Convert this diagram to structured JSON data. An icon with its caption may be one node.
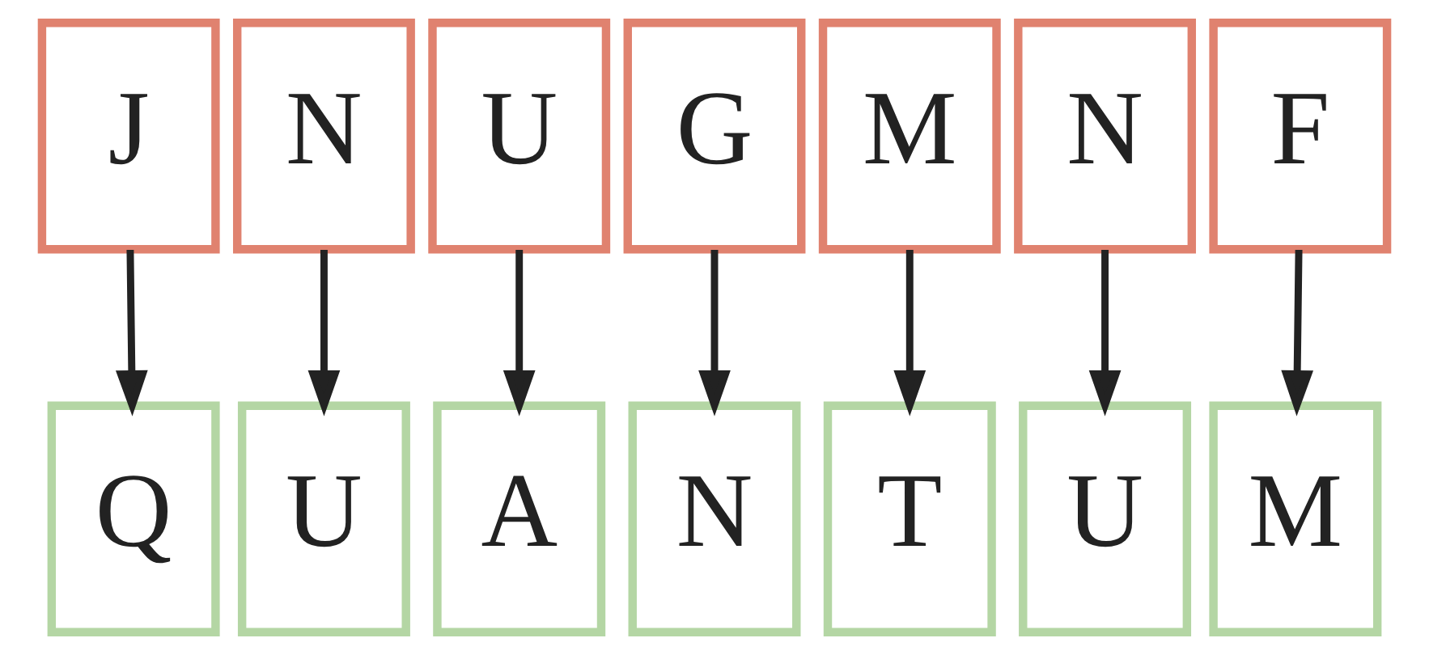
{
  "diagram": {
    "nodes": [
      {
        "text": [
          "J"
        ]
      },
      {
        "text": [
          "N"
        ]
      },
      {
        "text": [
          "U"
        ]
      },
      {
        "text": [
          "G"
        ]
      },
      {
        "text": [
          "M"
        ]
      },
      {
        "text": [
          "N"
        ]
      },
      {
        "text": [
          "F"
        ]
      },
      {
        "text": [
          "Q"
        ]
      },
      {
        "text": [
          "U"
        ]
      },
      {
        "text": [
          "A"
        ]
      },
      {
        "text": [
          "N"
        ]
      },
      {
        "text": [
          "T"
        ]
      },
      {
        "text": [
          "U"
        ]
      },
      {
        "text": [
          "M"
        ]
      }
    ],
    "edges": [
      {
        "from": 0,
        "to": 7,
        "arrow": "to"
      },
      {
        "from": 1,
        "to": 8,
        "arrow": "to"
      },
      {
        "from": 2,
        "to": 9,
        "arrow": "to"
      },
      {
        "from": 3,
        "to": 10,
        "arrow": "to"
      },
      {
        "from": 4,
        "to": 11,
        "arrow": "to"
      },
      {
        "from": 5,
        "to": 12,
        "arrow": "to"
      },
      {
        "from": 6,
        "to": 13,
        "arrow": "to"
      }
    ]
  }
}
